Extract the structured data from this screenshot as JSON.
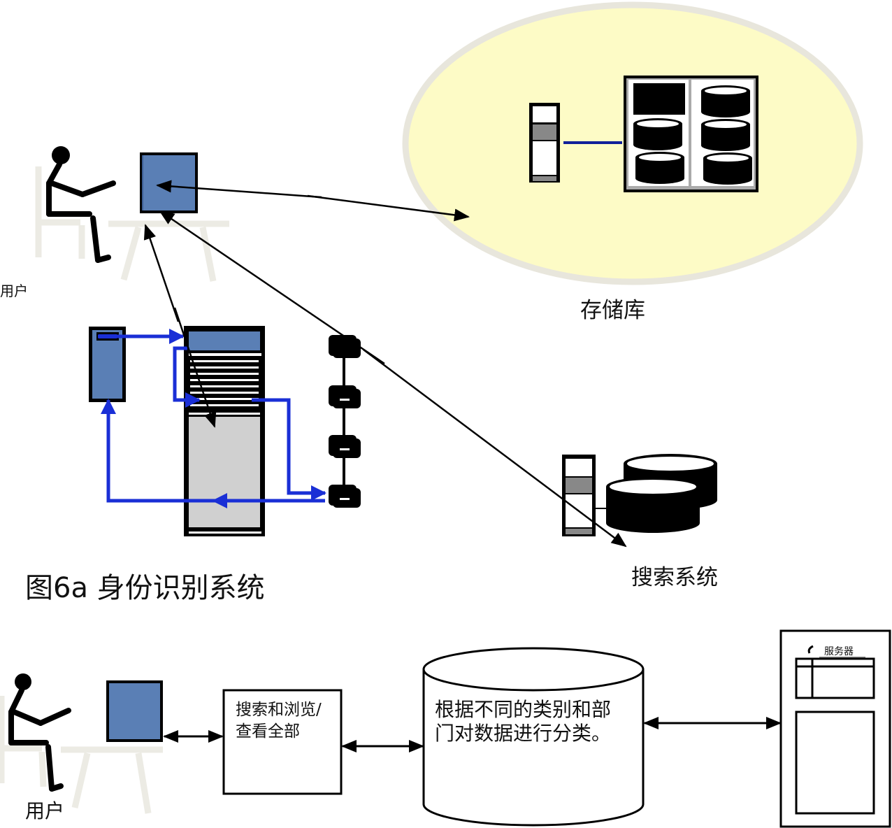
{
  "figure": {
    "caption": "图6a 身份识别系统",
    "colors": {
      "monitor_blue": "#5a7fb5",
      "flow_blue": "#1a2fd6",
      "repository_fill": "#fdfbc6",
      "repository_border": "#e8e6dc",
      "furniture": "#ecebe4",
      "tower_gray": "#d0d0d0",
      "link_navy": "#10209a",
      "server_gray": "#888888"
    }
  },
  "top_section": {
    "user_label": "用户",
    "repository_label": "存储库",
    "search_system_label": "搜索系统",
    "components": [
      {
        "name": "user-workstation",
        "icon": "person-at-desk-icon"
      },
      {
        "name": "identity-tower",
        "icon": "tower-server-icon"
      },
      {
        "name": "identity-terminal",
        "icon": "terminal-icon"
      },
      {
        "name": "disk-chain",
        "icon": "disk-stack-icon",
        "count": 4
      },
      {
        "name": "repository",
        "icon": "storage-array-icon"
      },
      {
        "name": "search-system",
        "icon": "database-server-icon"
      }
    ]
  },
  "bottom_section": {
    "user_label": "用户",
    "browse_box_text": "搜索和浏览/查看全部",
    "browse_box_lines": [
      "搜索和浏览/",
      "查看全部"
    ],
    "database_text_lines": [
      "根据不同的类别和部",
      "门对数据进行分类。"
    ],
    "server_label": "服务器"
  }
}
